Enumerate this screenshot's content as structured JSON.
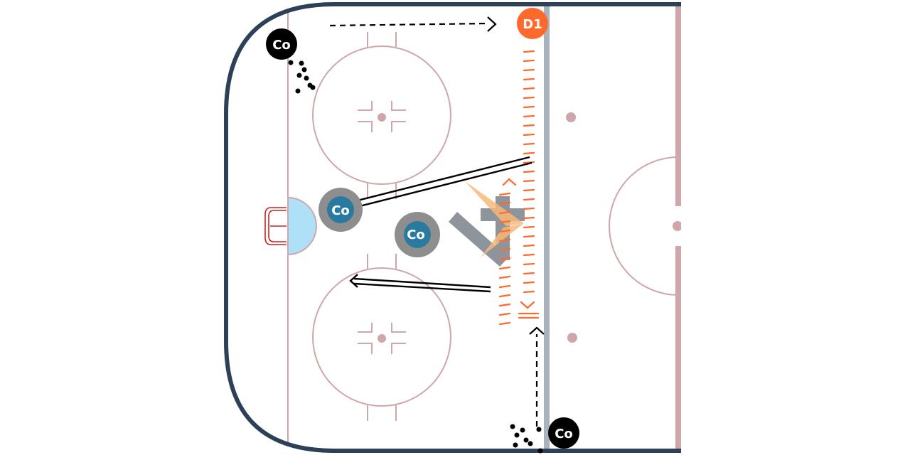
{
  "colors": {
    "boards": "#2c4057",
    "rink_lines": "#cfa6aa",
    "blue_line": "#a9b2bd",
    "center_line": "#cfa6aa",
    "goal_crease": "#aee0f7",
    "goal_net": "#cc2222",
    "coach": "#000000",
    "player_fill": "#2a7aa0",
    "player_ring": "#8e8e8e",
    "defense": "#ff6a2c",
    "skate_path": "#ff6a2c",
    "pass_line": "#000000",
    "pylon": "#8e949c",
    "shot_fan": "#f6b87a"
  },
  "icons": [
    "coach-marker",
    "player-marker",
    "defense-marker",
    "puck-dots",
    "goal-net",
    "cone-barrier",
    "shot-fan"
  ],
  "markers": {
    "defense": {
      "label": "D1"
    },
    "coach_top": {
      "label": "Co"
    },
    "coach_bottom": {
      "label": "Co"
    },
    "player_left": {
      "label": "Co"
    },
    "player_center": {
      "label": "Co"
    }
  }
}
